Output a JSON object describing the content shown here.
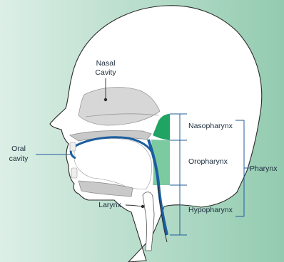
{
  "labels": {
    "nasal_line1": "Nasal",
    "nasal_line2": "Cavity",
    "oral_line1": "Oral",
    "oral_line2": "cavity",
    "larynx": "Larynx",
    "nasopharynx": "Nasopharynx",
    "oropharynx": "Oropharynx",
    "hypopharynx": "Hypopharynx",
    "pharynx": "Pharynx"
  },
  "colors": {
    "background_light": "#dcefe6",
    "background_dark": "#8fc9ad",
    "head_fill": "#ffffff",
    "outline": "#2b2b2b",
    "label_line": "#1f5c98",
    "tract_blue": "#1b5e9f",
    "nasopharynx_fill": "#1fa463",
    "oropharynx_fill": "#7ccaa0",
    "cavity_gray": "#d8d8d8",
    "tissue_gray": "#a9a9a9"
  }
}
